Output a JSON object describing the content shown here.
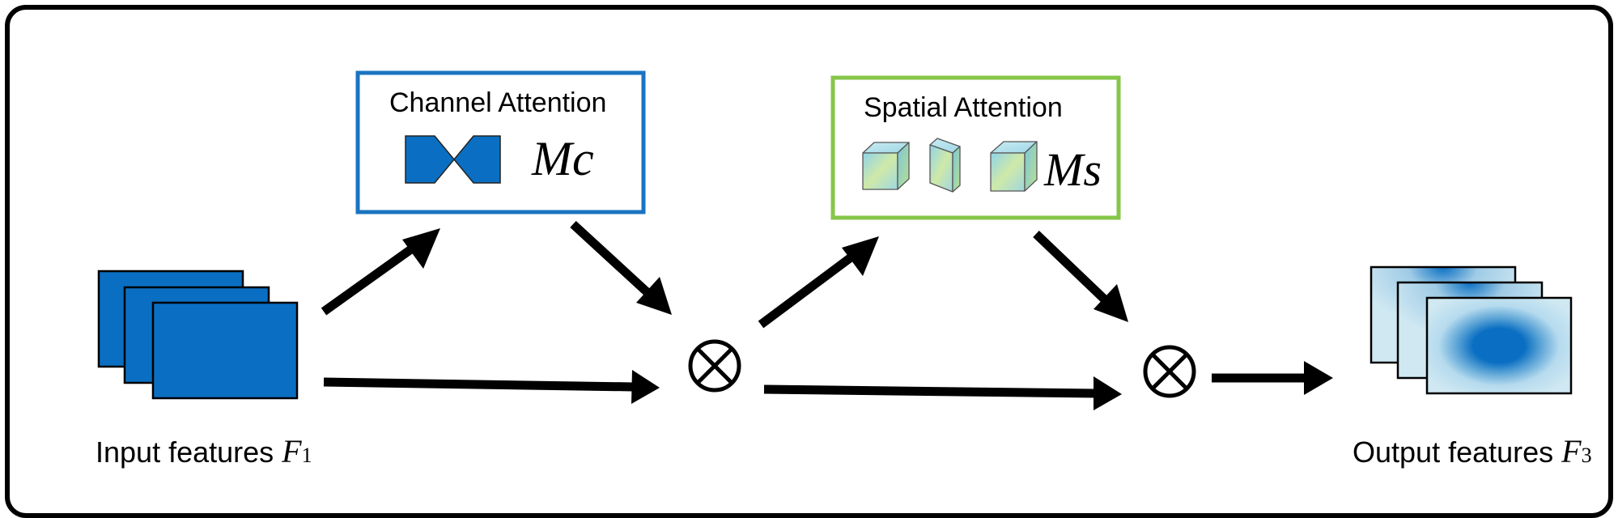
{
  "channel_box": {
    "title": "Channel Attention",
    "symbol": "Mc"
  },
  "spatial_box": {
    "title": "Spatial Attention",
    "symbol": "Ms"
  },
  "input": {
    "label": "Input features",
    "symbol": "F",
    "subscript": "1"
  },
  "output": {
    "label": "Output features",
    "symbol": "F",
    "subscript": "3"
  },
  "operators": {
    "multiply": "⊗"
  },
  "colors": {
    "channel_border": "#1a74c1",
    "spatial_border": "#86c64a",
    "feature_blue": "#0a6fc2",
    "arrow": "#000000"
  }
}
